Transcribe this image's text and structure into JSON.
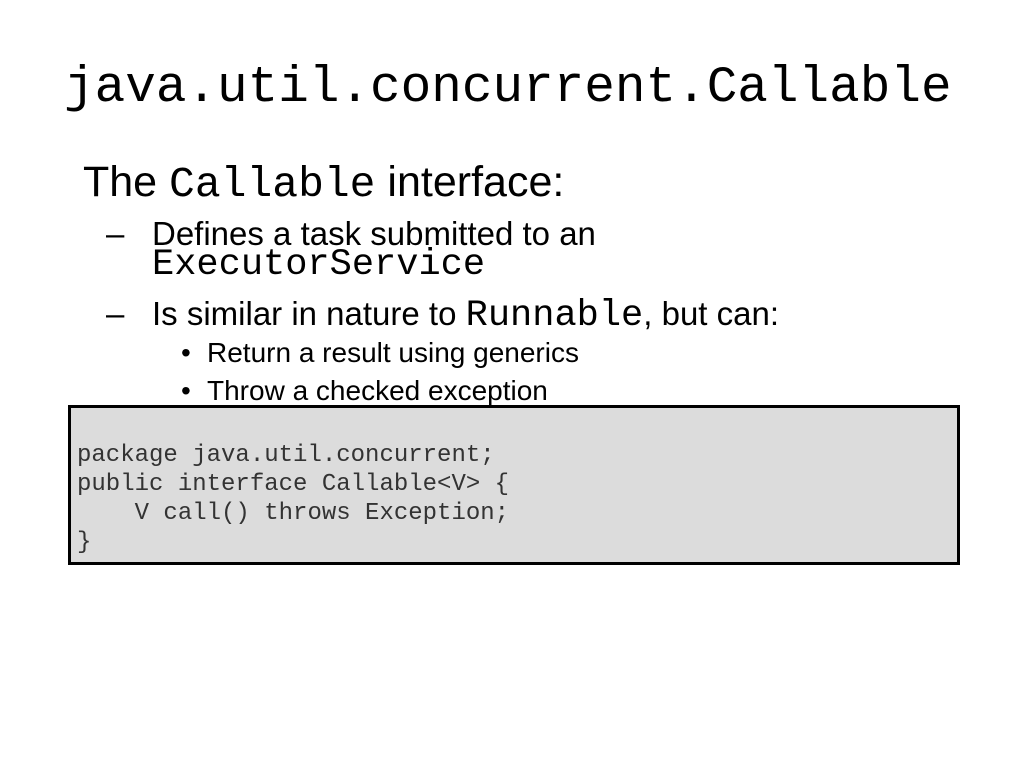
{
  "slide": {
    "background": "#ffffff",
    "title": "java.util.concurrent.Callable",
    "heading": {
      "pre": "The ",
      "code": "Callable",
      "post": " interface:"
    },
    "bullets": {
      "dash_glyph": "–",
      "dot_glyph": "•",
      "item1": {
        "text": "Defines a task submitted to an",
        "code_line": "ExecutorService"
      },
      "item2": {
        "pre": "Is similar in nature to ",
        "code": "Runnable",
        "post": ", but can:"
      },
      "sub1": "Return a result using generics",
      "sub2": "Throw a checked exception"
    },
    "code_block": {
      "background": "#dcdcdc",
      "border_color": "#000000",
      "lines": [
        "package java.util.concurrent;",
        "public interface Callable<V> {",
        "    V call() throws Exception;",
        "}"
      ]
    }
  }
}
